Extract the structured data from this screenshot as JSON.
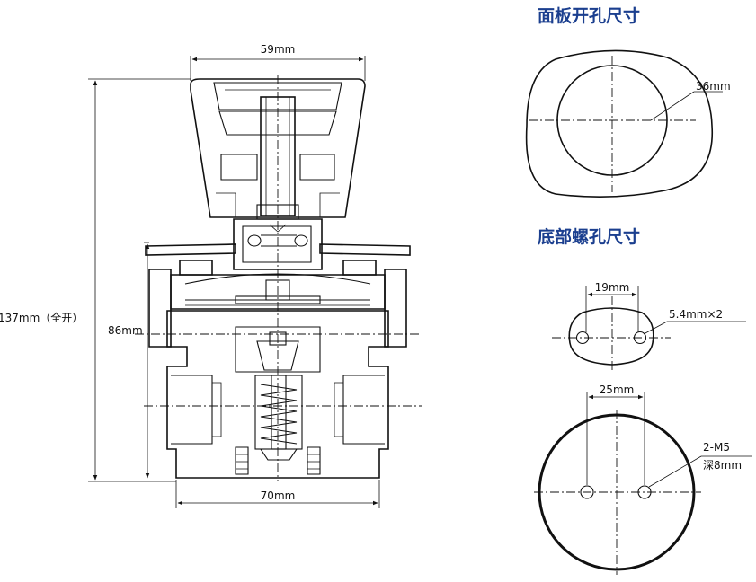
{
  "titles": {
    "panel_cutout": "面板开孔尺寸",
    "bottom_holes": "底部螺孔尺寸"
  },
  "side_view": {
    "top_width": "59mm",
    "height_full_open": "137mm（全开）",
    "body_height": "86mm",
    "bottom_width": "70mm"
  },
  "panel_cutout": {
    "diameter": "36mm"
  },
  "bottom_holes": {
    "upper_spacing": "19mm",
    "upper_hole": "5.4mm×2",
    "lower_spacing": "25mm",
    "thread_line1": "2-M5",
    "thread_line2": "深8mm"
  }
}
